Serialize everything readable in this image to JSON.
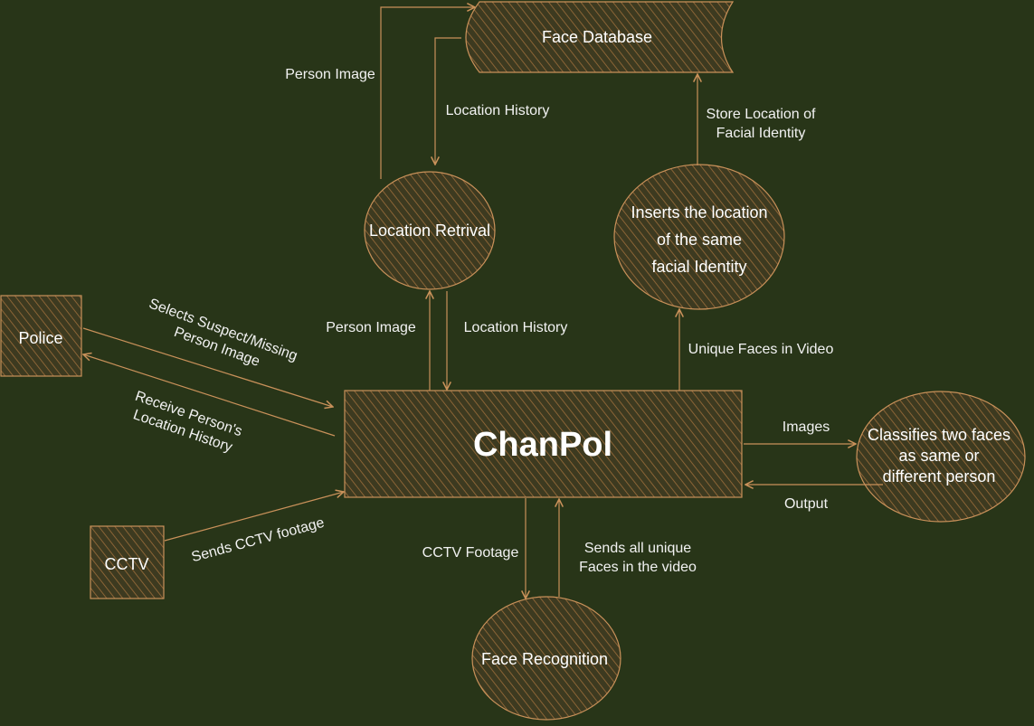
{
  "nodes": {
    "chanpol": "ChanPol",
    "face_database": "Face Database",
    "location_retrival": "Location Retrival",
    "inserts_location": [
      "Inserts the location",
      "of the same",
      "facial Identity"
    ],
    "police": "Police",
    "cctv": "CCTV",
    "face_recognition": "Face Recognition",
    "classifier": [
      "Classifies two faces",
      "as same or",
      "different person"
    ]
  },
  "edges": {
    "person_image_to_db": "Person Image",
    "location_history_from_db": "Location History",
    "store_location": [
      "Store Location of",
      "Facial Identity"
    ],
    "person_image_to_retrival": "Person Image",
    "location_history_to_chanpol": "Location History",
    "unique_faces": "Unique Faces in Video",
    "selects_suspect": [
      "Selects Suspect/Missing",
      "Person Image"
    ],
    "receive_history": [
      "Receive Person's",
      "Location History"
    ],
    "images": "Images",
    "output": "Output",
    "sends_cctv": "Sends CCTV footage",
    "cctv_footage": "CCTV Footage",
    "sends_unique_faces": [
      "Sends all unique",
      "Faces in the video"
    ]
  },
  "colors": {
    "background": "#283518",
    "stroke": "#c9915a",
    "text": "#ffffff"
  }
}
